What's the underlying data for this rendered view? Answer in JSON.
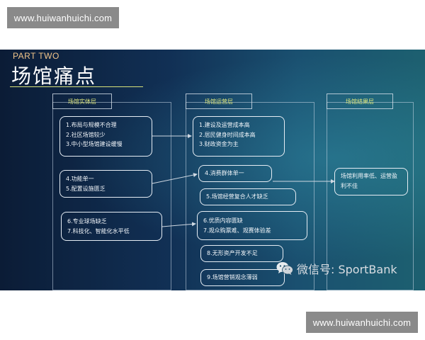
{
  "watermark": {
    "top": "www.huiwanhuichi.com",
    "bottom": "www.huiwanhuichi.com"
  },
  "slide": {
    "part": "PART TWO",
    "title": "场馆痛点"
  },
  "columns": [
    {
      "header": "场馆实体层"
    },
    {
      "header": "场馆运营层"
    },
    {
      "header": "场馆结果层"
    }
  ],
  "entity_boxes": [
    {
      "lines": [
        "1.布局与规模不合理",
        "2.社区场馆较少",
        "3.中小型场馆建设缓慢"
      ]
    },
    {
      "lines": [
        "4.功能单一",
        "5.配置设施匮乏"
      ]
    },
    {
      "lines": [
        "6.专业球场缺乏",
        "7.科技化、智能化水平低"
      ]
    }
  ],
  "operation_boxes": [
    {
      "lines": [
        "1.建设及运营成本高",
        "2.居民健身时间成本高",
        "3.财政资金为主"
      ]
    },
    {
      "lines": [
        "4.消费群体单一"
      ]
    },
    {
      "lines": [
        "5.场馆经营复合人才缺乏"
      ]
    },
    {
      "lines": [
        "6.优质内容匮缺",
        "7.观众购票难、观赛体验差"
      ]
    },
    {
      "lines": [
        "8.无形资产开发不足"
      ]
    },
    {
      "lines": [
        "9.场馆营销观念薄弱"
      ]
    }
  ],
  "result_boxes": [
    {
      "lines": [
        "场馆利用率低、运营盈",
        "利不佳"
      ]
    }
  ],
  "wechat": {
    "label": "微信号: SportBank",
    "icon": "wechat-icon"
  },
  "colors": {
    "header_text": "#dfe77c",
    "title_underline": "#d8e27a",
    "part_text": "#f0c48a"
  }
}
